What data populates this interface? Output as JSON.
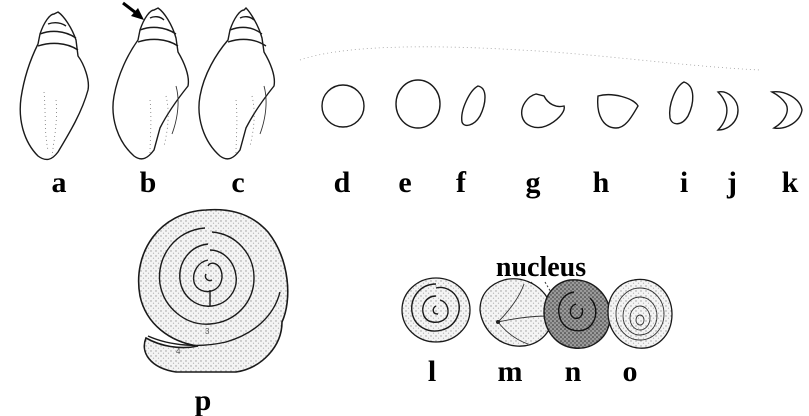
{
  "labels": {
    "a": "a",
    "b": "b",
    "c": "c",
    "d": "d",
    "e": "e",
    "f": "f",
    "g": "g",
    "h": "h",
    "i": "i",
    "j": "j",
    "k": "k",
    "l": "l",
    "m": "m",
    "n": "n",
    "o": "o",
    "p": "p"
  },
  "nucleus_label": "nucleus",
  "colors": {
    "ink": "#1a1a1a",
    "stipple": "#d9d9d9",
    "dark_operculum": "#3a3a3a"
  }
}
